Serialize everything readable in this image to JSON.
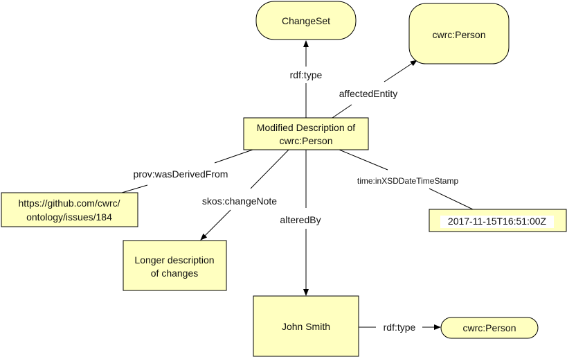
{
  "colors": {
    "node_fill": "#ffffc0",
    "stroke": "#000000"
  },
  "nodes": {
    "changeset": "ChangeSet",
    "person_top": "cwrc:Person",
    "modified_line1": "Modified Description of",
    "modified_line2": "cwrc:Person",
    "github_line1": "https://github.com/cwrc/",
    "github_line2": "ontology/issues/184",
    "longer_line1": "Longer description",
    "longer_line2": "of changes",
    "timestamp": "2017-11-15T16:51:00Z",
    "john": "John Smith",
    "person_bottom": "cwrc:Person"
  },
  "edges": {
    "rdf_type_top": "rdf:type",
    "affected": "affectedEntity",
    "derived": "prov:wasDerivedFrom",
    "change_note": "skos:changeNote",
    "altered_by": "alteredBy",
    "time": "time:inXSDDateTimeStamp",
    "rdf_type_bottom": "rdf:type"
  }
}
